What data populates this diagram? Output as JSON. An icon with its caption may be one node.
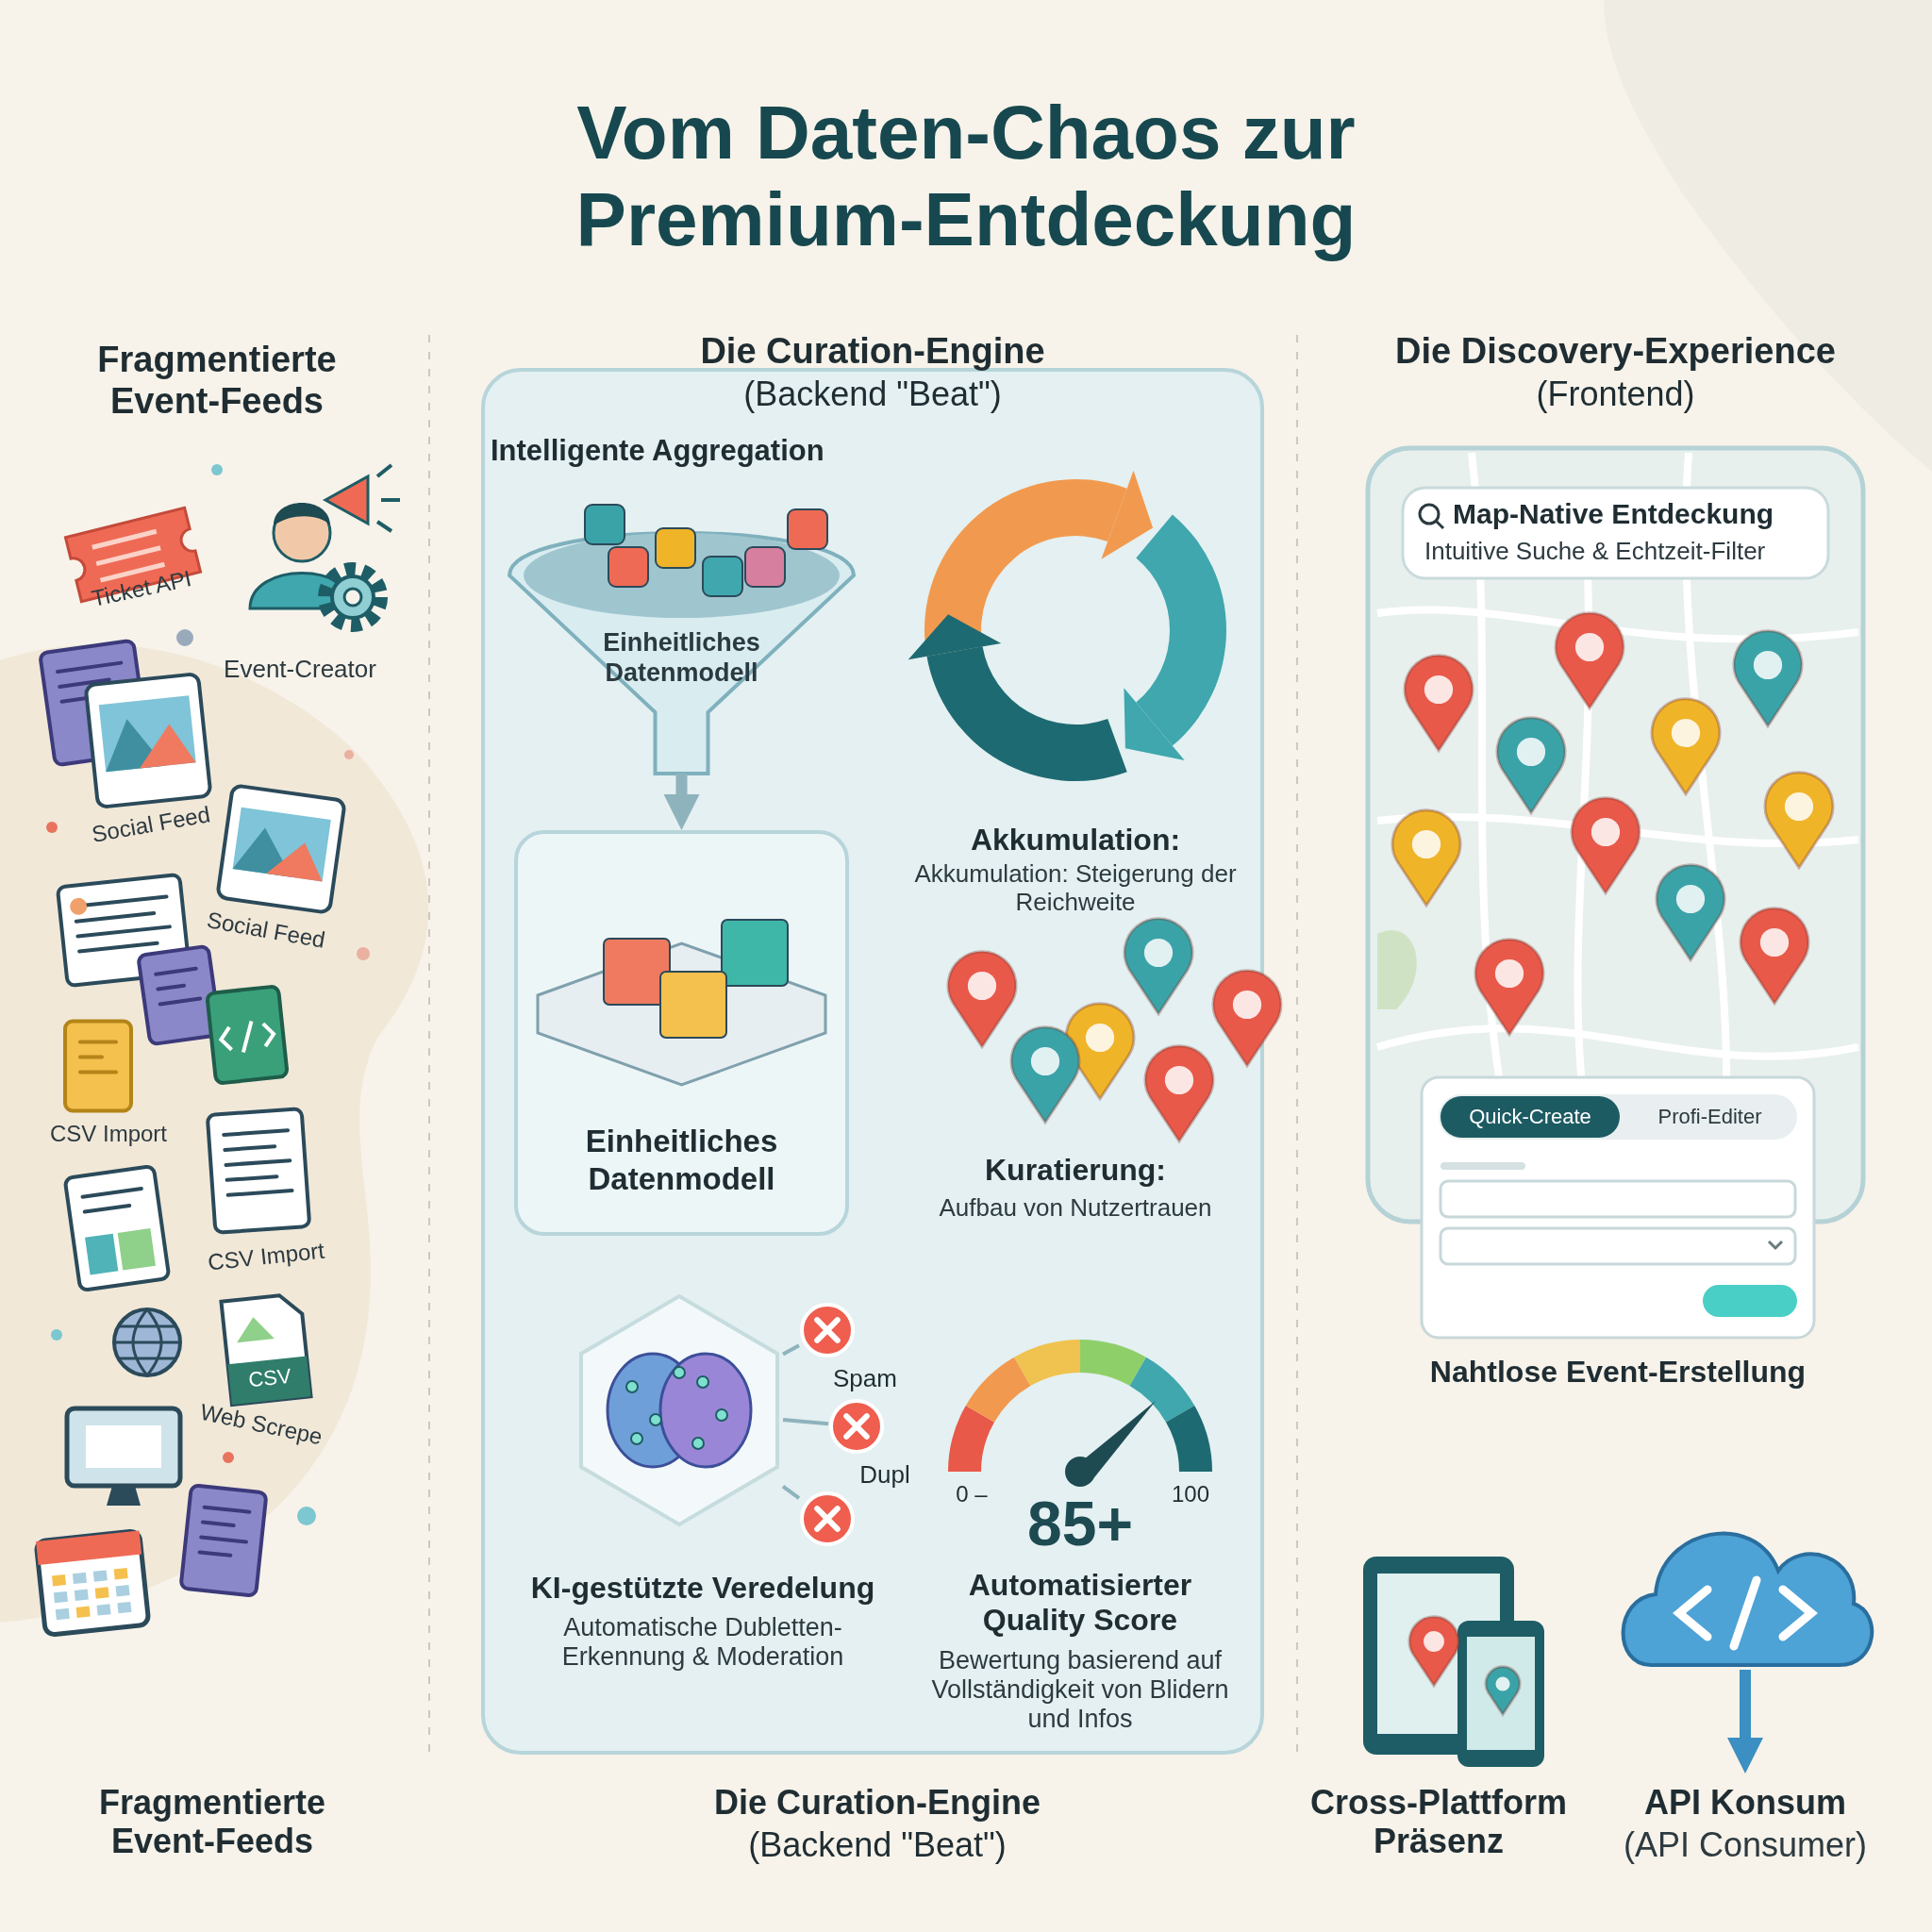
{
  "diagram": {
    "title": "Vom Daten-Chaos zur Premium-Entdeckung",
    "nodes": [
      {
        "text": [
          "Die Curation-Engine",
          "(Backend \"Beat\")"
        ]
      },
      {
        "text": [
          "Einheitliches Datenmodell"
        ],
        "in": 0
      },
      {
        "text": [
          "Einheitliches Datenmodell"
        ],
        "in": 0
      },
      {
        "text": [],
        "shape": "hexagon",
        "in": 0
      },
      {
        "text": [],
        "shape": "circle",
        "in": 0,
        "beside": [
          "Spam"
        ]
      },
      {
        "text": [],
        "shape": "circle",
        "in": 0,
        "beside": [
          "Dupl"
        ]
      },
      {
        "text": [],
        "shape": "circle",
        "in": 0
      },
      {
        "text": [
          "Die Discovery-Experience",
          "(Frontend)"
        ]
      },
      {
        "text": [
          "Map-Native Entdeckung",
          "Intuitive Suche & Echtzeit-Filter"
        ],
        "in": 7
      },
      {
        "text": [
          "Quick-Create",
          "Profi-Editer"
        ],
        "beside": [
          "Nahtlose Event-Erstellung"
        ]
      },
      {
        "text": [],
        "shape": "cloud"
      }
    ],
    "edges": [
      {
        "from": 1,
        "to": 2,
        "arrow": "to",
        "style": "thick"
      },
      {
        "from": 3,
        "to": 4,
        "arrow": "none"
      },
      {
        "from": 3,
        "to": 5,
        "arrow": "none"
      },
      {
        "from": 3,
        "to": 6,
        "arrow": "none"
      },
      {
        "from": 10,
        "to": null,
        "arrow": "to",
        "style": "thick",
        "color": "#3b8fc2"
      }
    ],
    "labels": [
      "Fragmentierte Event-Feeds",
      "Ticket API",
      "Event-Creator",
      "Social Feed",
      "Social Feed",
      "CSV Import",
      "CSV Import",
      "CSV",
      "Web Screpe",
      "Intelligente Aggregation",
      "Akkumulation:",
      "Akkumulation: Steigerung der Reichweite",
      "Kuratierung:",
      "Aufbau von Nutzertrauen",
      "KI-gestützte Veredelung",
      "Automatische Dubletten-Erkennung & Moderation",
      "0 –",
      "100",
      "85+",
      "Automatisierter Quality Score",
      "Bewertung basierend auf Vollständigkeit von Blidern und Infos",
      "Cross-Plattform Präsenz",
      "API Konsum",
      "(API Consumer)",
      "Fragmentierte Event-Feeds",
      "Die Curation-Engine",
      "(Backend \"Beat\")"
    ]
  }
}
